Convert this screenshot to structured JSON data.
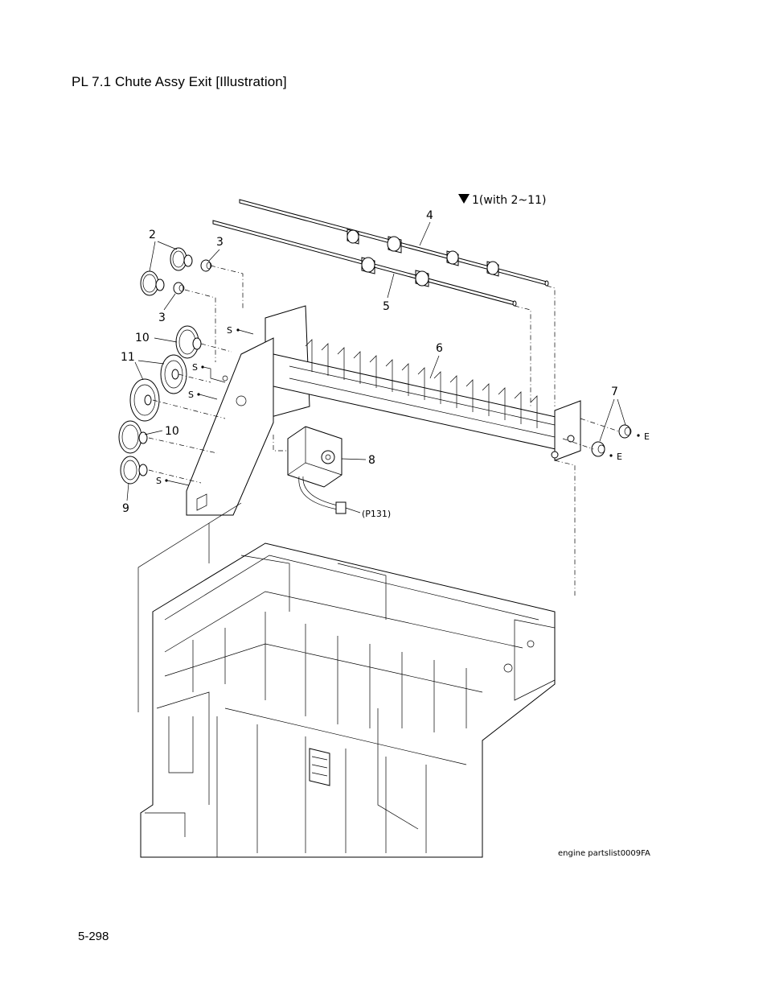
{
  "page": {
    "title": "PL 7.1  Chute Assy Exit  [Illustration]",
    "page_number": "5-298"
  },
  "illustration": {
    "assembly_label": "1(with 2~11)",
    "assembly_marker_icon": "triangle-down-icon",
    "callouts": {
      "c2": "2",
      "c3a": "3",
      "c3b": "3",
      "c4": "4",
      "c5": "5",
      "c6": "6",
      "c7": "7",
      "c8": "8",
      "c9": "9",
      "c10a": "10",
      "c10b": "10",
      "c11": "11"
    },
    "screw_marks": {
      "s1": "S",
      "s2": "S",
      "s3": "S",
      "s4": "S"
    },
    "e_ring_marks": {
      "e1": "E",
      "e2": "E"
    },
    "connector_label": "(P131)",
    "reference_code": "engine partslist0009FA"
  }
}
